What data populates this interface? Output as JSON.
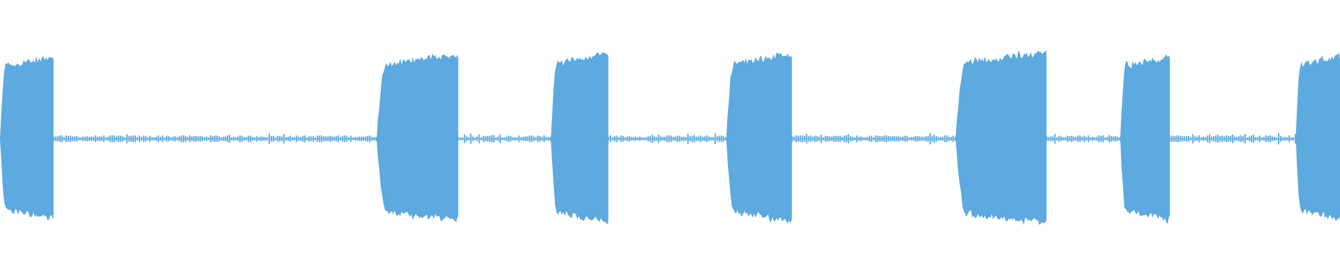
{
  "waveform": {
    "color": "#5DAAE0",
    "background": "#FFFFFF",
    "duration_fraction_segments": [
      {
        "start": 0.0,
        "end": 0.04,
        "amplitude": 0.92,
        "kind": "burst"
      },
      {
        "start": 0.04,
        "end": 0.281,
        "amplitude": 0.03,
        "kind": "silence"
      },
      {
        "start": 0.281,
        "end": 0.342,
        "amplitude": 0.94,
        "kind": "burst"
      },
      {
        "start": 0.342,
        "end": 0.411,
        "amplitude": 0.03,
        "kind": "silence"
      },
      {
        "start": 0.411,
        "end": 0.454,
        "amplitude": 0.96,
        "kind": "burst"
      },
      {
        "start": 0.454,
        "end": 0.542,
        "amplitude": 0.03,
        "kind": "silence"
      },
      {
        "start": 0.542,
        "end": 0.591,
        "amplitude": 0.95,
        "kind": "burst"
      },
      {
        "start": 0.591,
        "end": 0.713,
        "amplitude": 0.03,
        "kind": "silence"
      },
      {
        "start": 0.713,
        "end": 0.781,
        "amplitude": 0.97,
        "kind": "burst"
      },
      {
        "start": 0.781,
        "end": 0.836,
        "amplitude": 0.03,
        "kind": "silence"
      },
      {
        "start": 0.836,
        "end": 0.873,
        "amplitude": 0.93,
        "kind": "burst"
      },
      {
        "start": 0.873,
        "end": 0.967,
        "amplitude": 0.03,
        "kind": "silence"
      },
      {
        "start": 0.967,
        "end": 1.0,
        "amplitude": 0.93,
        "kind": "burst"
      }
    ]
  }
}
